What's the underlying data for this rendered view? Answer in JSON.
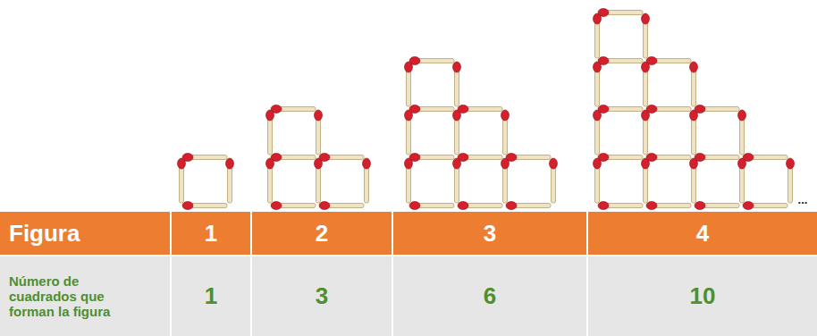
{
  "diagram": {
    "labels": [
      "Figura",
      "1",
      "2",
      "3",
      "4",
      "Número de cuadrados que forman la figura",
      "1",
      "3",
      "6",
      "10",
      "..."
    ]
  }
}
